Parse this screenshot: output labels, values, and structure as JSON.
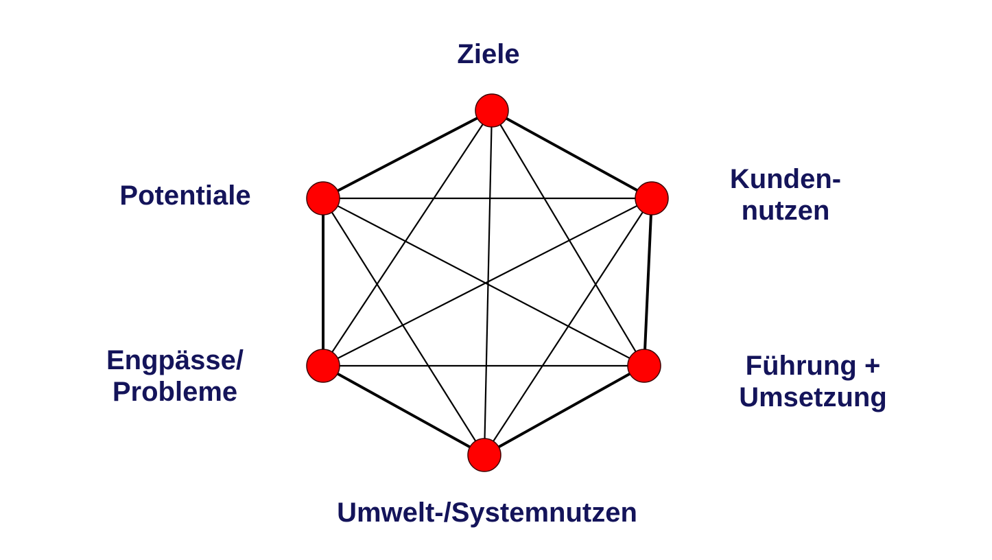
{
  "nodes": [
    {
      "id": "ziele",
      "lines": [
        "Ziele"
      ]
    },
    {
      "id": "kundennutzen",
      "lines": [
        "Kunden-",
        "nutzen"
      ]
    },
    {
      "id": "fuehrung",
      "lines": [
        "Führung +",
        "Umsetzung"
      ]
    },
    {
      "id": "umwelt",
      "lines": [
        "Umwelt-/Systemnutzen"
      ]
    },
    {
      "id": "engpaesse",
      "lines": [
        "Engpässe/",
        "Probleme"
      ]
    },
    {
      "id": "potentiale",
      "lines": [
        "Potentiale"
      ]
    }
  ],
  "colors": {
    "node_fill": "#ff0000",
    "edge": "#000000",
    "label": "#14145a"
  }
}
